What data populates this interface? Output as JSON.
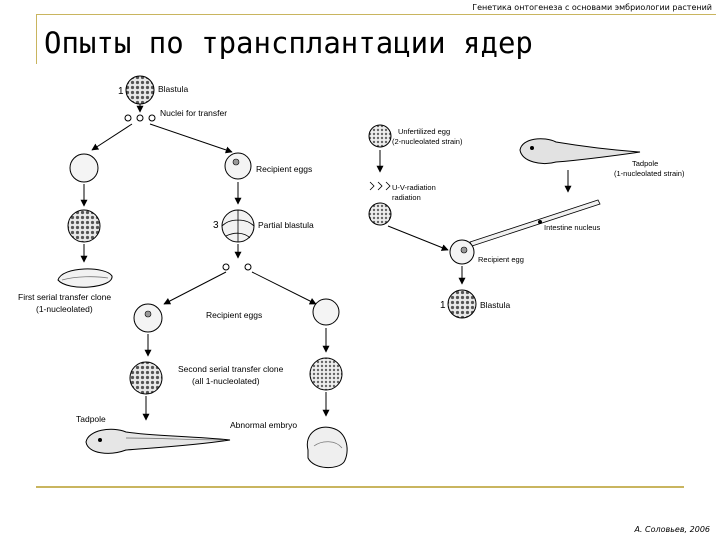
{
  "header": {
    "note": "Генетика онтогенеза с основами эмбриологии растений"
  },
  "title": "Опыты по трансплантации ядер",
  "footer": {
    "author": "А. Соловьев, 2006"
  },
  "diagram_left": {
    "n1": "1",
    "blastula": "Blastula",
    "nuclei_for_transfer": "Nuclei for transfer",
    "recipient_eggs_1": "Recipient eggs",
    "n3": "3",
    "partial_blastula": "Partial blastula",
    "first_clone_l1": "First serial transfer clone",
    "first_clone_l2": "(1-nucleolated)",
    "recipient_eggs_2": "Recipient eggs",
    "second_clone_l1": "Second serial transfer clone",
    "second_clone_l2": "(all 1-nucleolated)",
    "tadpole": "Tadpole",
    "abnormal_embryo": "Abnormal embryo"
  },
  "diagram_right": {
    "unfertilized_l1": "Unfertilized egg",
    "unfertilized_l2": "(2-nucleolated strain)",
    "uv_l1": "U-V-radiation",
    "uv_l2": "radiation",
    "tadpole_l1": "Tadpole",
    "tadpole_l2": "(1-nucleolated strain)",
    "intestine_nucleus": "Intestine nucleus",
    "recipient_egg": "Recipient egg",
    "n1": "1",
    "blastula": "Blastula"
  }
}
